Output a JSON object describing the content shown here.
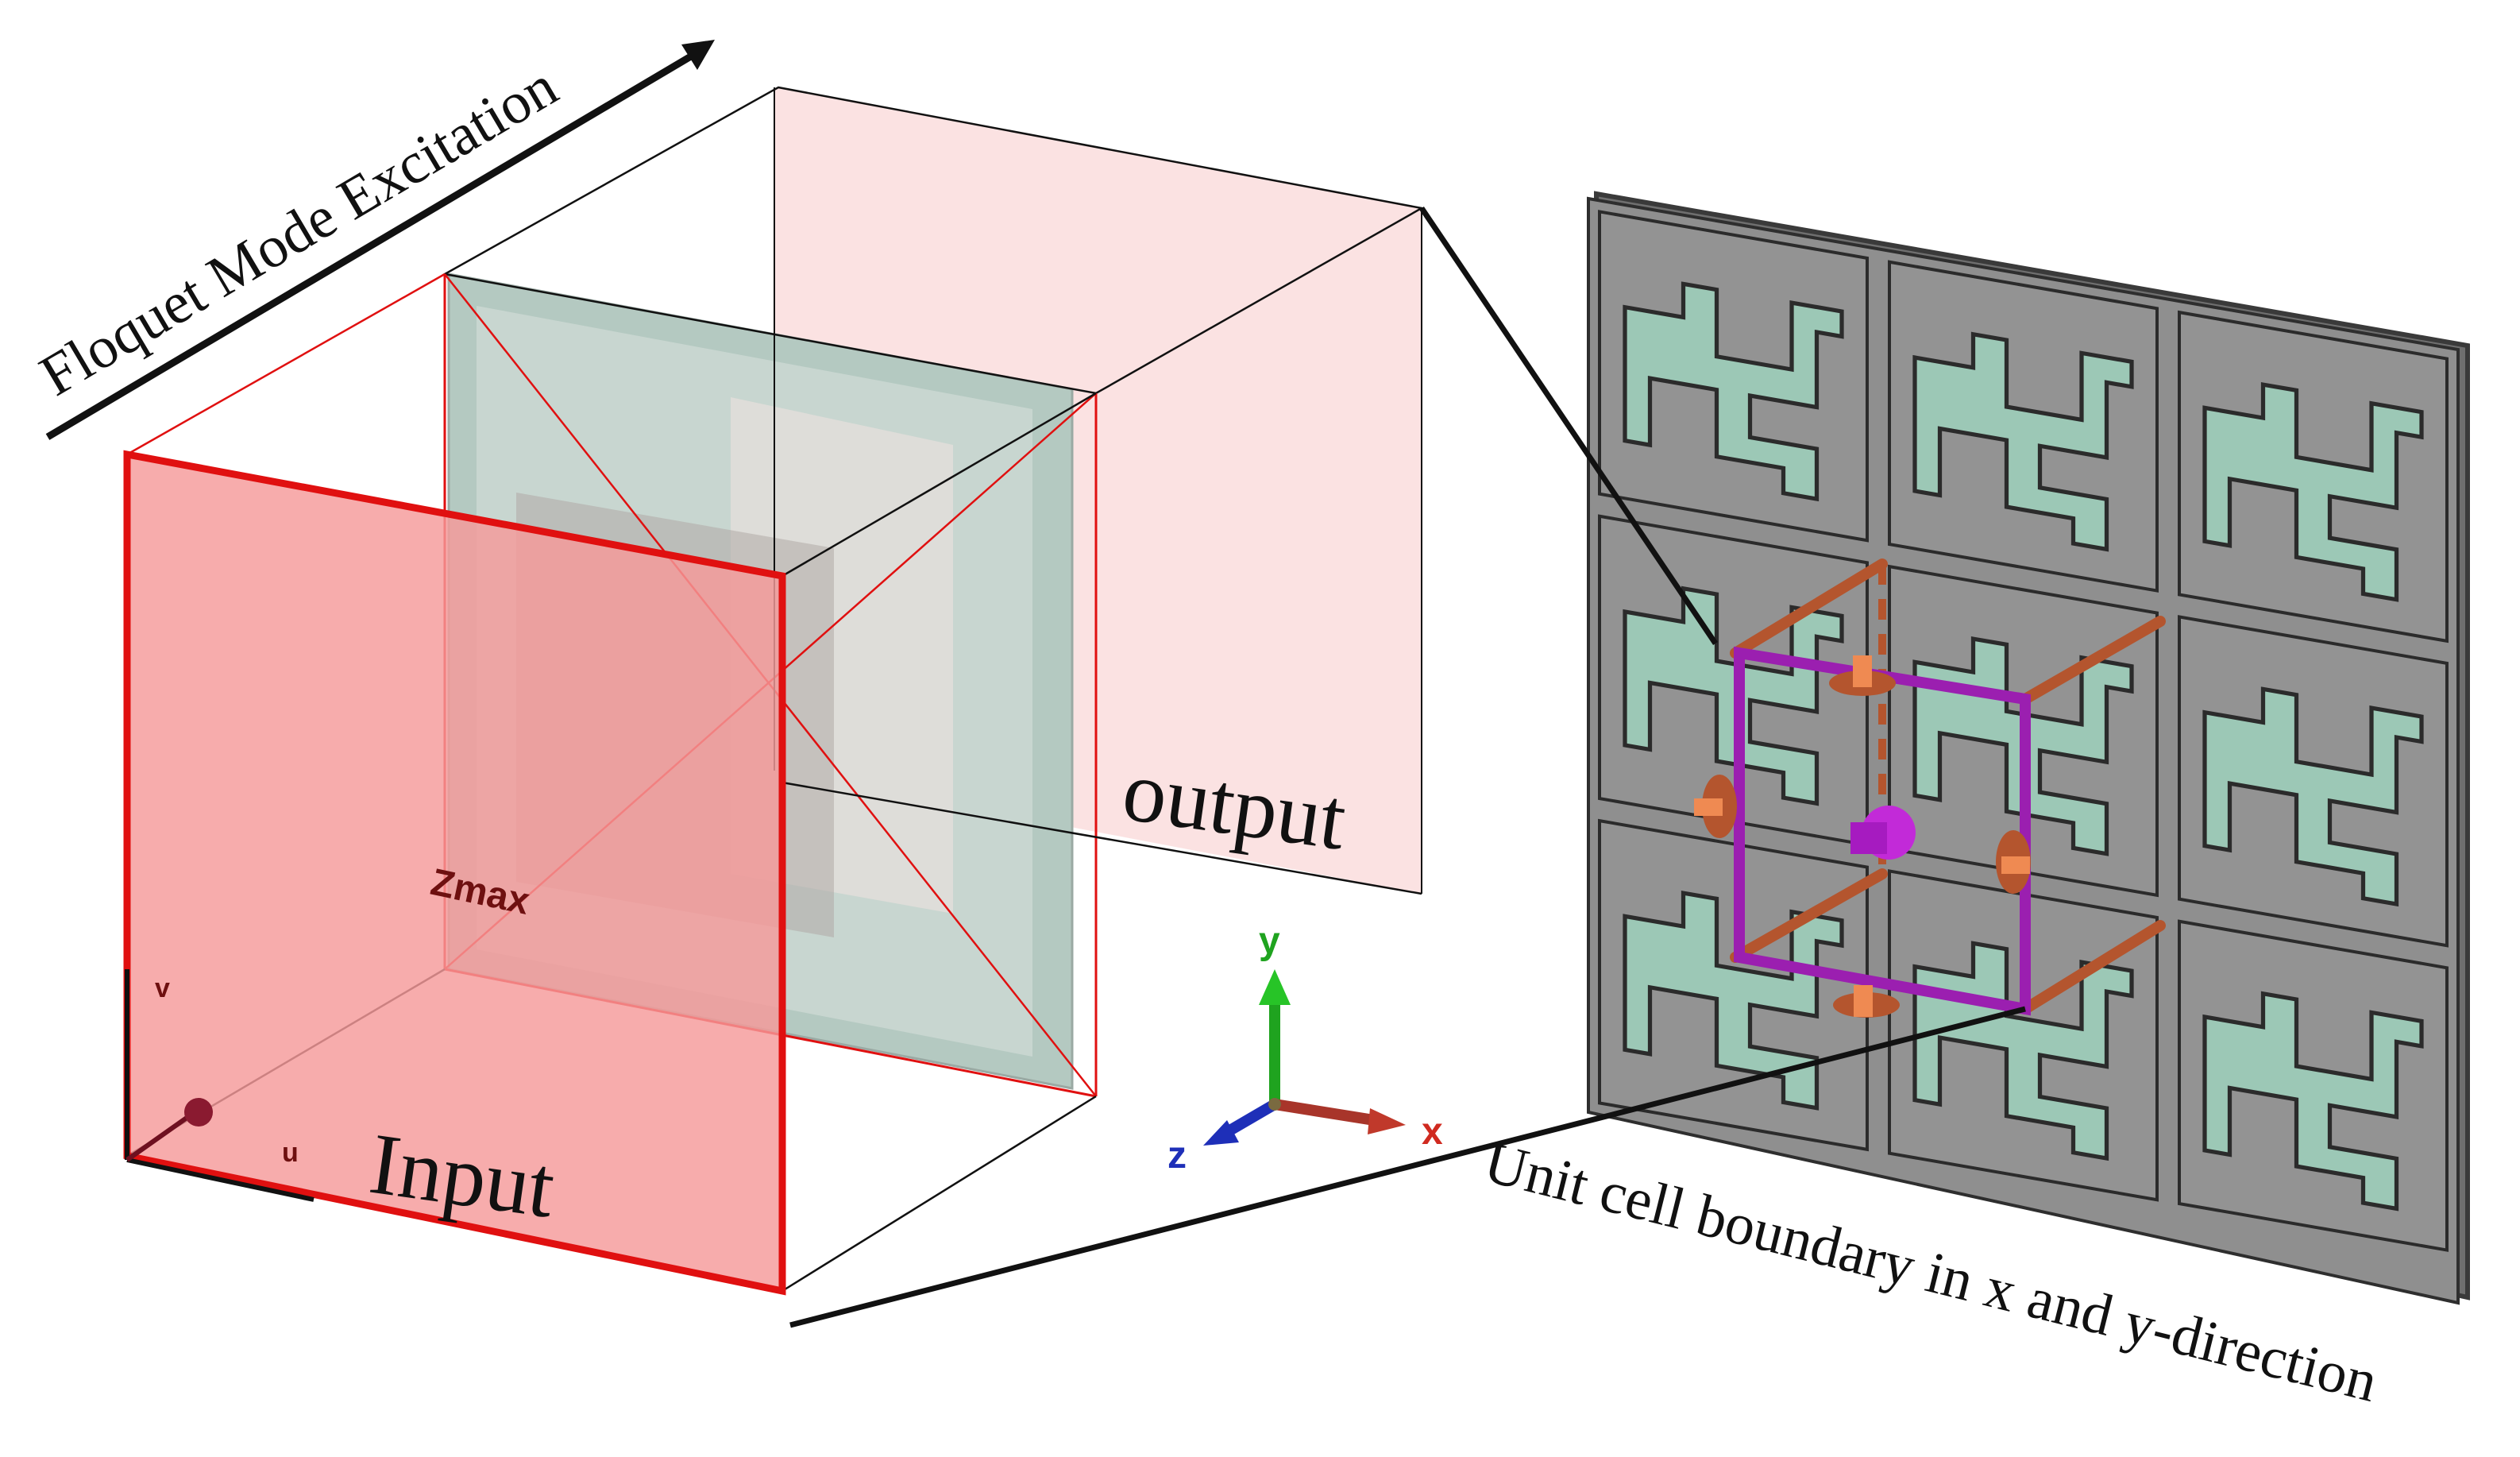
{
  "labels": {
    "floquet": "Floquet  Mode Excitation",
    "output": "output",
    "input": "Input",
    "zmax": "Zmax",
    "v": "v",
    "u": "u",
    "unit_cell": "Unit cell boundary in  x and  y-direction"
  },
  "axes": {
    "x": "x",
    "y": "y",
    "z": "z"
  },
  "colors": {
    "input_port": "#f59a9a",
    "output_port": "#fbe0e0",
    "port_edge": "#e01010",
    "substrate": "#8f8f8f",
    "metal": "#9cc8b6",
    "boundary": "#9b1fb0",
    "master_slave": "#b4552e",
    "x_axis": "#c0392b",
    "y_axis": "#1fa31f",
    "z_axis": "#1e2fb8"
  }
}
